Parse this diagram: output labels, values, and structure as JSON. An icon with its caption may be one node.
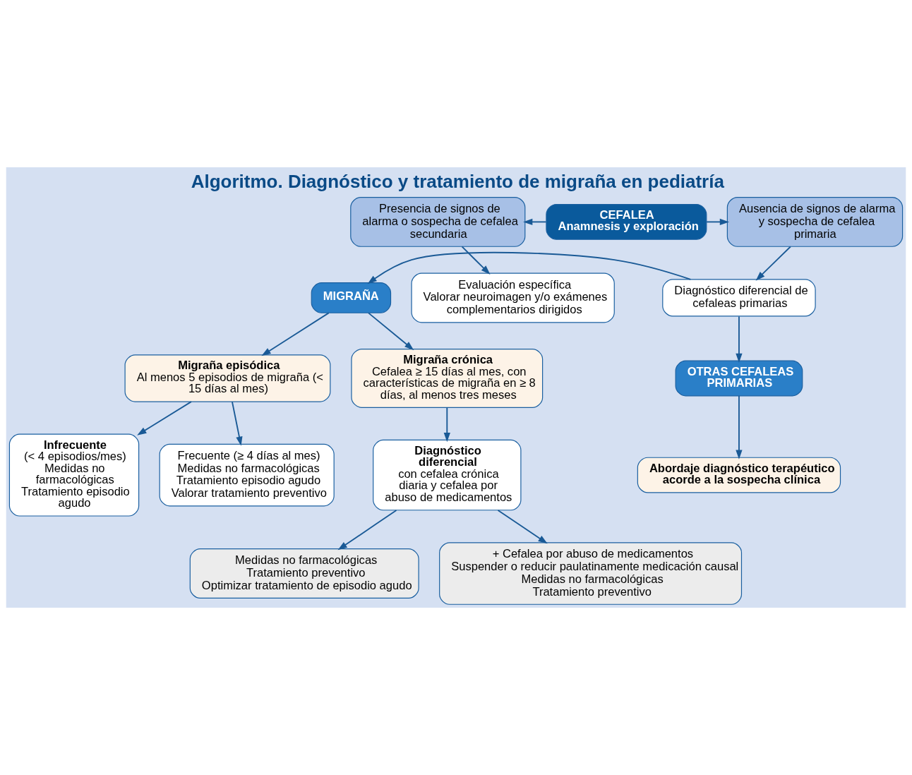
{
  "diagram": {
    "title": "Algoritmo. Diagnóstico y tratamiento de migraña en pediatría",
    "nodes": [
      {
        "text": [
          "CEFALEA",
          "Anamnesis y exploración"
        ]
      },
      {
        "text": [
          "Presencia de signos de alarma o sospecha de cefalea secundaria"
        ]
      },
      {
        "text": [
          "Ausencia de signos de alarma y sospecha de cefalea primaria"
        ]
      },
      {
        "text": [
          "Evaluación específica",
          "Valorar neuroimagen y/o exámenes complementarios dirigidos"
        ]
      },
      {
        "text": [
          "MIGRAÑA"
        ]
      },
      {
        "text": [
          "Diagnóstico diferencial de cefaleas primarias"
        ]
      },
      {
        "text": [
          "OTRAS CEFALEAS PRIMARIAS"
        ]
      },
      {
        "text": [
          "Migraña episódica",
          "Al menos 5 episodios de migraña (< 15 días al mes)"
        ]
      },
      {
        "text": [
          "Migraña crónica",
          "Cefalea ≥ 15 días al mes, con características de migraña en ≥ 8 días, al menos tres meses"
        ]
      },
      {
        "text": [
          "Abordaje diagnóstico terapéutico acorde a la sospecha clínica"
        ]
      },
      {
        "text": [
          "Infrecuente",
          "(< 4 episodios/mes)",
          "Medidas no farmacológicas",
          "Tratamiento episodio agudo"
        ]
      },
      {
        "text": [
          "Frecuente (≥ 4 días al mes)",
          "Medidas no farmacológicas",
          "Tratamiento episodio agudo",
          "Valorar tratamiento preventivo"
        ]
      },
      {
        "text": [
          "Diagnóstico diferencial",
          "con cefalea crónica diaria y cefalea por abuso de medicamentos"
        ]
      },
      {
        "text": [
          "Medidas no farmacológicas",
          "Tratamiento preventivo",
          "Optimizar tratamiento de episodio agudo"
        ]
      },
      {
        "text": [
          "+ Cefalea por abuso de medicamentos",
          "Suspender o reducir paulatinamente medicación causal",
          "Medidas no farmacológicas",
          "Tratamiento preventivo"
        ]
      }
    ],
    "edges": [
      {
        "from": 0,
        "to": 1,
        "arrow": "to"
      },
      {
        "from": 0,
        "to": 2,
        "arrow": "to"
      },
      {
        "from": 1,
        "to": 3,
        "arrow": "to"
      },
      {
        "from": 2,
        "to": 5,
        "arrow": "to"
      },
      {
        "from": 5,
        "to": 4,
        "arrow": "to"
      },
      {
        "from": 5,
        "to": 6,
        "arrow": "to"
      },
      {
        "from": 4,
        "to": 7,
        "arrow": "to"
      },
      {
        "from": 4,
        "to": 8,
        "arrow": "to"
      },
      {
        "from": 6,
        "to": 9,
        "arrow": "to"
      },
      {
        "from": 7,
        "to": 10,
        "arrow": "to"
      },
      {
        "from": 7,
        "to": 11,
        "arrow": "to"
      },
      {
        "from": 8,
        "to": 12,
        "arrow": "to"
      },
      {
        "from": 12,
        "to": 13,
        "arrow": "to"
      },
      {
        "from": 12,
        "to": 14,
        "arrow": "to"
      }
    ]
  }
}
